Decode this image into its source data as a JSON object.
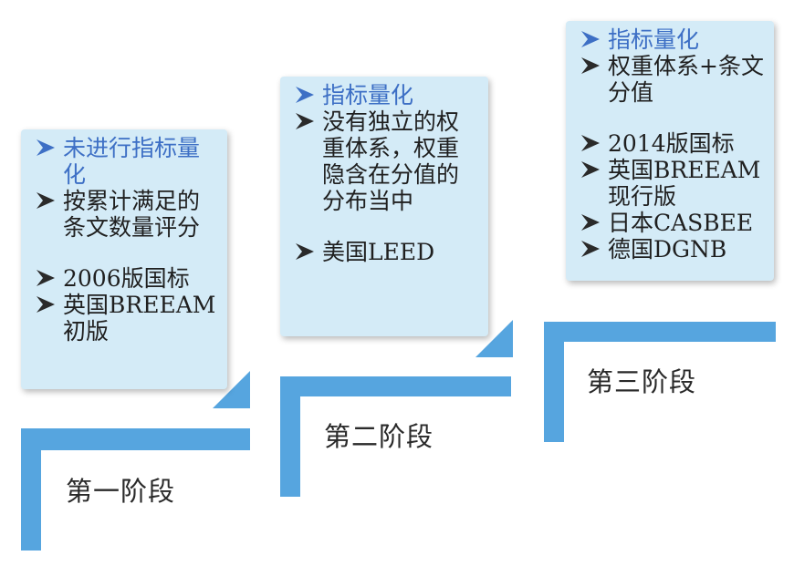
{
  "stages": [
    {
      "label": "第一阶段",
      "items": [
        {
          "text": "未进行指标量化",
          "highlight": true
        },
        {
          "text": "按累计满足的条文数量评分",
          "highlight": false
        },
        {
          "text": "2006版国标",
          "highlight": false
        },
        {
          "text": "英国BREEAM初版",
          "highlight": false
        }
      ]
    },
    {
      "label": "第二阶段",
      "items": [
        {
          "text": "指标量化",
          "highlight": true
        },
        {
          "text": "没有独立的权重体系，权重隐含在分值的分布当中",
          "highlight": false
        },
        {
          "text": "美国LEED",
          "highlight": false
        }
      ]
    },
    {
      "label": "第三阶段",
      "items": [
        {
          "text": "指标量化",
          "highlight": true
        },
        {
          "text": "权重体系+条文分值",
          "highlight": false
        },
        {
          "text": "2014版国标",
          "highlight": false
        },
        {
          "text": "英国BREEAM现行版",
          "highlight": false
        },
        {
          "text": "日本CASBEE",
          "highlight": false
        },
        {
          "text": "德国DGNB",
          "highlight": false
        }
      ]
    }
  ],
  "colors": {
    "bracket": "#56a5df",
    "card": "#d4ebf7",
    "highlight_text": "#3d6fc5",
    "body_text": "#1f1f1f"
  },
  "icons": {
    "bullet": "arrowhead-bullet-icon"
  }
}
